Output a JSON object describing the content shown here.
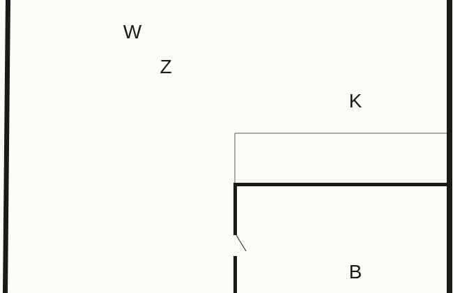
{
  "plan": {
    "rooms": [
      {
        "id": "w",
        "label": "W"
      },
      {
        "id": "z",
        "label": "Z"
      },
      {
        "id": "k",
        "label": "K"
      },
      {
        "id": "b",
        "label": "B"
      }
    ],
    "colors": {
      "background": "#fdfdf8",
      "wall": "#1a1a1a",
      "thin_line": "#555555"
    }
  }
}
